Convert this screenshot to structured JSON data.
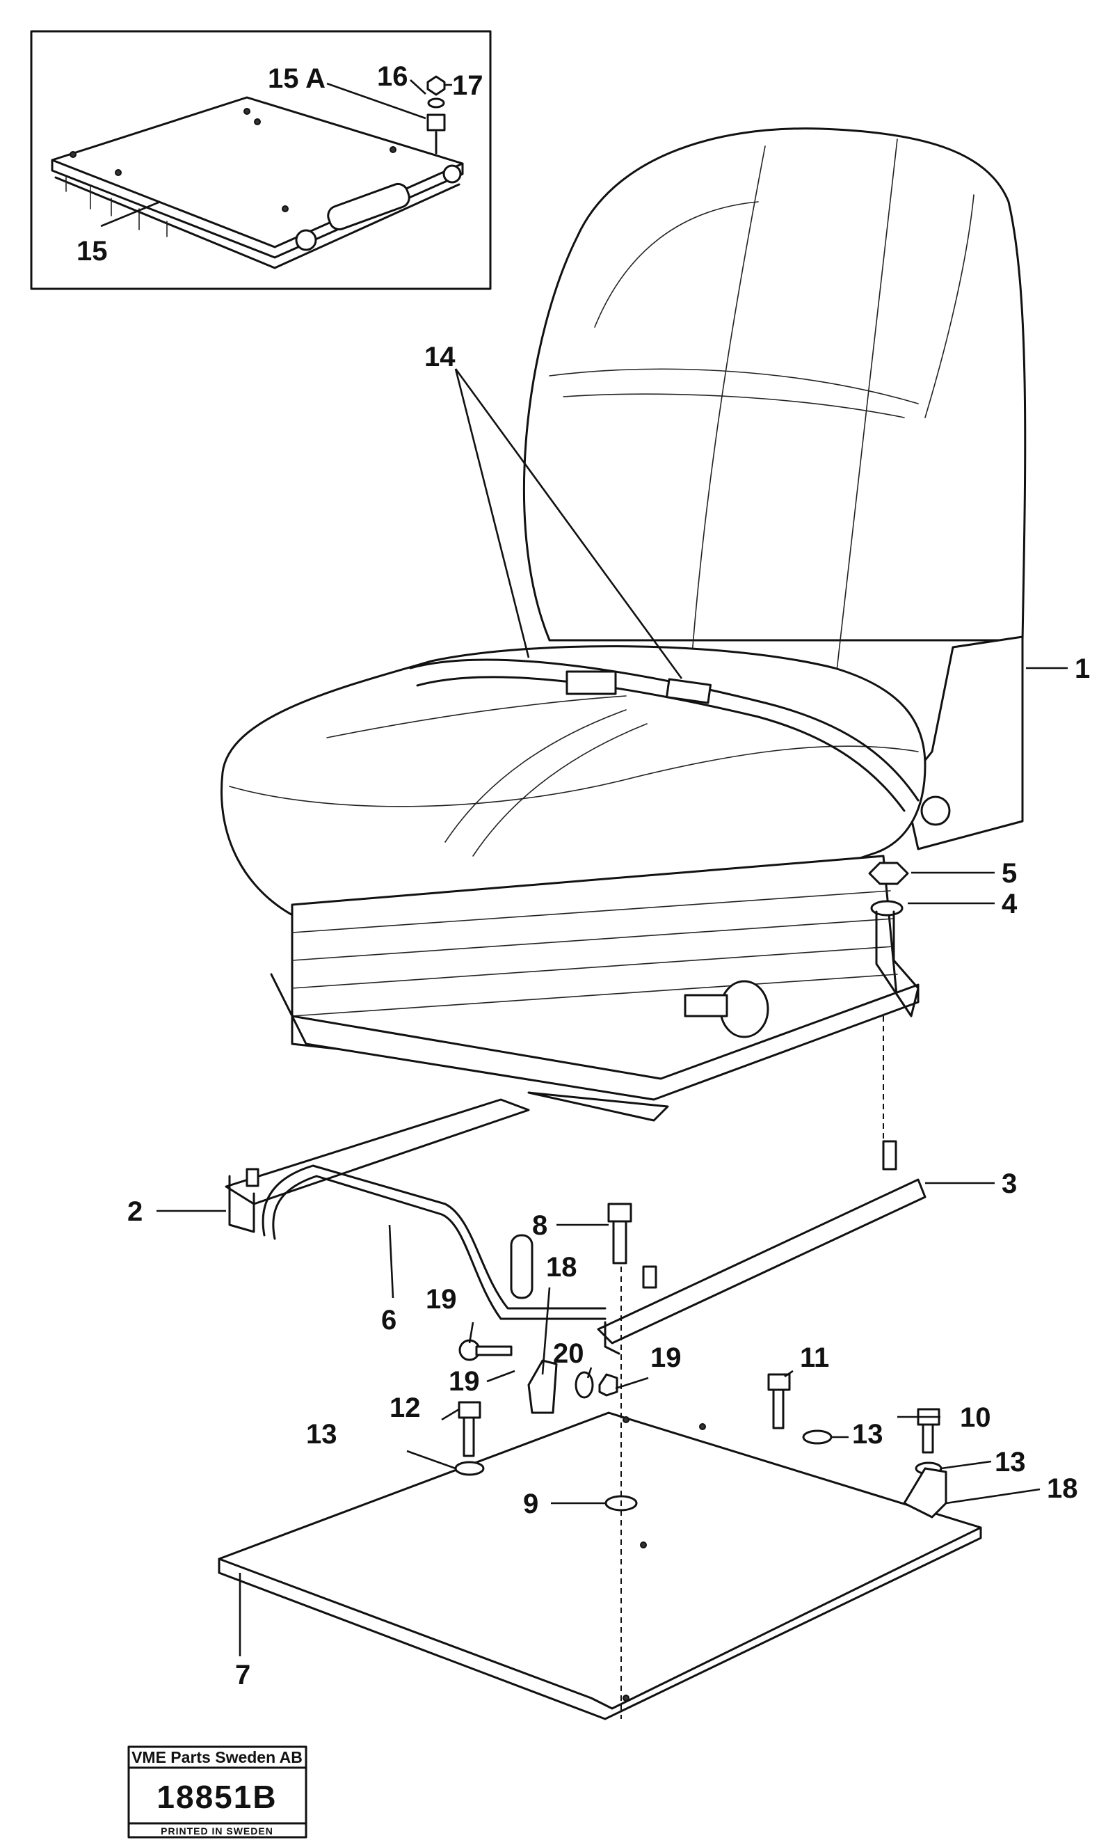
{
  "labels": {
    "p1": "1",
    "p2": "2",
    "p3": "3",
    "p4": "4",
    "p5": "5",
    "p6": "6",
    "p7": "7",
    "p8": "8",
    "p9": "9",
    "p10": "10",
    "p11": "11",
    "p12": "12",
    "p13": "13",
    "p14": "14",
    "p15": "15",
    "p15a": "15 A",
    "p16": "16",
    "p17": "17",
    "p18": "18",
    "p19": "19",
    "p20": "20"
  },
  "stamp": {
    "company": "VME Parts Sweden AB",
    "number": "18851B",
    "printed": "PRINTED IN SWEDEN"
  }
}
